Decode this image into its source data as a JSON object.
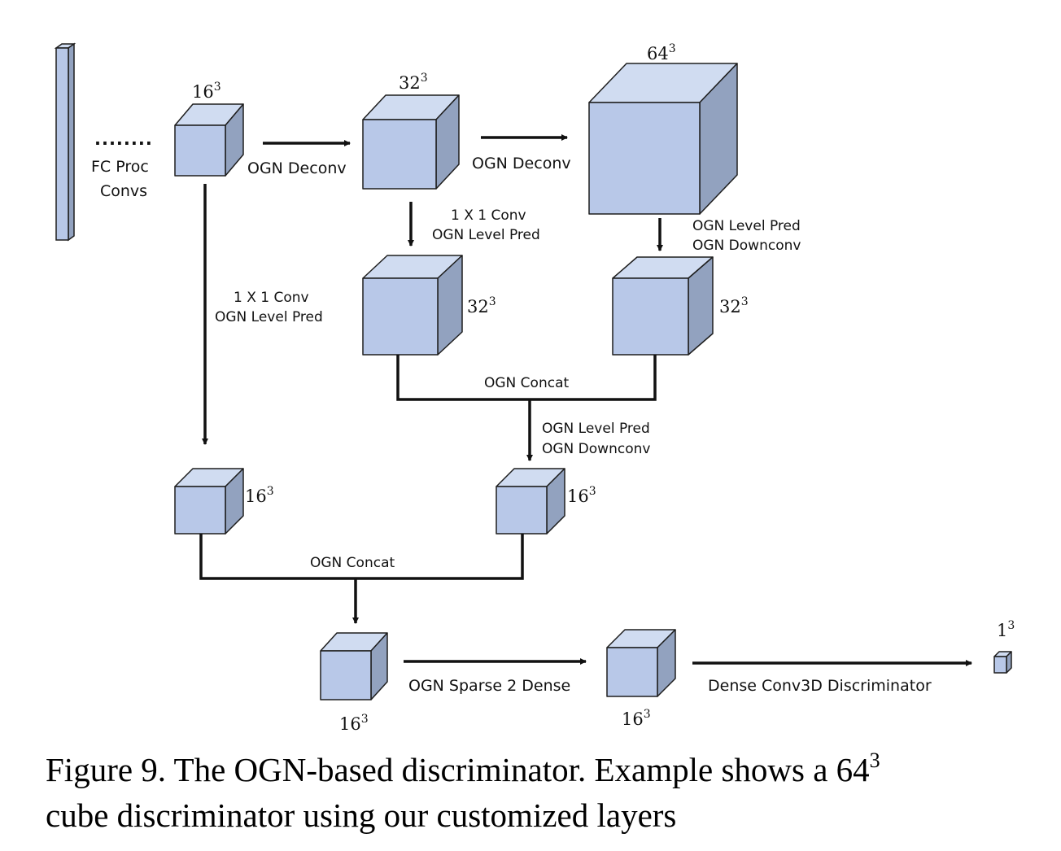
{
  "diagram": {
    "labels": {
      "fc_proc": "FC Proc",
      "convs": "Convs",
      "dots": "........",
      "deconv1": "OGN Deconv",
      "deconv2": "OGN Deconv",
      "conv1x1_a": "1 X 1 Conv",
      "levelpred_a": "OGN Level Pred",
      "conv1x1_b": "1 X 1 Conv",
      "levelpred_b": "OGN Level Pred",
      "levelpred_c": "OGN Level Pred",
      "downconv_c": "OGN Downconv",
      "concat1": "OGN Concat",
      "levelpred_d": "OGN Level Pred",
      "downconv_d": "OGN Downconv",
      "concat2": "OGN Concat",
      "sparse2dense": "OGN Sparse 2 Dense",
      "dense_disc": "Dense Conv3D Discriminator"
    },
    "dims": {
      "c16_top": "16",
      "c32_top": "32",
      "c64_top": "64",
      "c32_mid_a": "32",
      "c32_mid_b": "32",
      "c16_low_a": "16",
      "c16_low_b": "16",
      "c16_bot_a": "16",
      "c16_bot_b": "16",
      "c1_out": "1",
      "exponent": "3"
    },
    "colors": {
      "cube_front": "#b8c8e8",
      "cube_top": "#d0dcf1",
      "cube_side": "#92a2bf",
      "stroke": "#1e1e1e"
    }
  },
  "caption": {
    "text_before": "Figure 9. The OGN-based discriminator.  Example shows a 64",
    "superscript": "3",
    "text_after": "cube discriminator using our customized layers"
  }
}
